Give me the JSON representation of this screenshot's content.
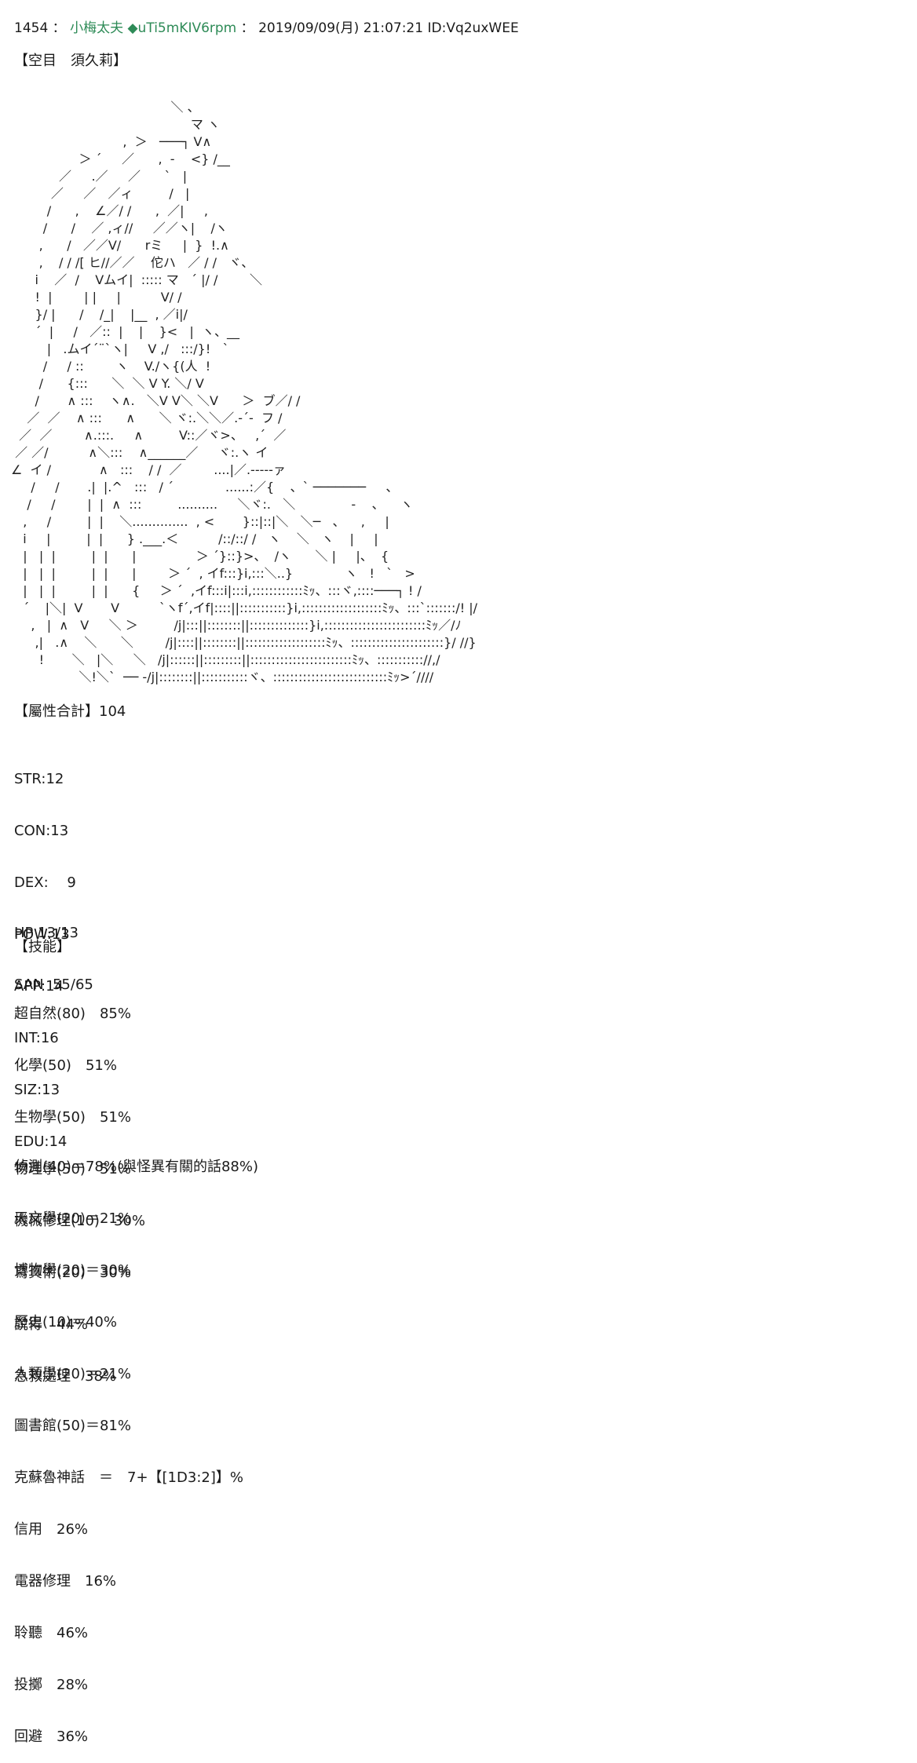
{
  "header": {
    "post_number": "1454",
    "separator": "：",
    "poster_name": "小梅太夫",
    "trip": "◆uTi5mKIV6rpm",
    "separator2": "：",
    "datetime": "2019/09/09(月) 21:07:21",
    "id": "ID:Vq2uxWEE"
  },
  "character_title": "【空目　須久莉】",
  "ascii_art": "                                        ＼ 、\n                                             マ ヽ\n                            ,  ＞   ───┐ V∧\n                 ＞ ´     ／      ,  -    <} /__\n            ／     .／     ／      `   |\n          ／     ／   ／ィ         /   |\n         /      ,    ∠／/ /      ,  ／|     ,\n        /      /    ／ ,ィ//     ／／ヽ|    /ヽ\n       ,      /   ／／V/      rミ     |  }  !.∧\n       ,    / / /[ ヒ//／／    佗ハ   ／ / /   ヾ、\n      i    ／  /    Vムイ|  ::::: マ   ´ |/ /        ＼\n      !  |        | |     |          V/ /\n      }/ |      /    /_|    |__  , ／i|/\n      ´  |     /   ／::  |    |    }<   |  ヽ、__\n         |   .ムイ´¨`ヽ|     V ,/   :::/}!   `\n        /     / ::        ヽ    V./ヽ{(人  !\n       /      {:::      ＼  ＼ V Y. ＼/ V\n      /       ∧ :::    ヽ∧.   ＼V V＼ ＼V      ＞  ブ／/ /\n    ／  ／    ∧ :::      ∧      ＼ ヾ:.＼＼／.-´-  フ /\n  ／  ／        ∧.:::.     ∧         V::／ヾ>、   ,´  ／\n ／ ／/          ∧＼:::    ∧______／     ヾ:.ヽ イ\n∠  イ /            ∧   :::    / /  ／        ....|／.-----ァ\n     /     /       .|  |.^   :::   / ´             ......:／{    、` ───────     、\n    /     /        |  |  ∧  :::         ..........     ＼ヾ:.   ＼              -    、    ヽ\n   ,     /         |  |    ＼..............  , <       }::|::|＼   ＼─   、    ,     |\n   i     |         |  |      } .___.＜          /::/::/ /   ヽ    ＼   ヽ    |     |\n   |   |  |         |  |      |               ＞ ´}::}>、  /ヽ      ＼ |     |、  {\n   |   |  |         |  |      |        ＞ ´  , イf:::}i,:::＼..}             ヽ   !   `   >\n   |   |  |         |  |      {     ＞ ´  ,イf:::i|:::i,::::::::::::ﾐｯ、:::ヾ,::::───┐ ! /\n   ´    |＼|  V       V          `ヽf´,イf|::::||:::::::::::}i,:::::::::::::::::::ﾐｯ、:::`:::::::/! |/\n     ,   |  ∧   V     ＼ ＞         /j|:::||::::::::||::::::::::::::}i,::::::::::::::::::::::::ﾐｯ／/ﾉ\n      ,|   .∧    ＼      ＼        /j|::::||::::::::||:::::::::::::::::::ﾐｯ、::::::::::::::::::::::}/ //}\n       !       ＼   |＼     ＼   /j|::::::||:::::::::||::::::::::::::::::::::::ﾐｯ、::::::::::://,/\n                 ＼!＼`  ── -/j|::::::::||:::::::::::ヾ、:::::::::::::::::::::::::::ﾐｯ>´////",
  "attributes": {
    "title": "【屬性合計】104",
    "stats": [
      "STR:12",
      "CON:13",
      "DEX:　 9",
      "POW:13",
      "APP:14",
      "INT:16",
      "SIZ:13",
      "EDU:14"
    ],
    "hp": "HP 13/13",
    "san": "SAN  55/65"
  },
  "skills": {
    "title": "【技能】",
    "group1": [
      "超自然(80)　85%",
      "化學(50)　51%",
      "生物學(50)　51%",
      "物理學(50)　51%",
      "機械修理(10)　30%",
      "寫真術(20)　30%",
      "說得　44%",
      "急救處理　38%"
    ],
    "group2": [
      "偵測(40)＝78%(與怪異有關的話88%)",
      "天文學(20)＝21%",
      "博物學(20)＝30%",
      "歷史(10)＝40%",
      "人類學(20)＝21%",
      "圖書館(50)＝81%",
      "克蘇魯神話　＝　7+【[1D3:2]】%",
      "信用　26%",
      "電器修理　16%",
      "聆聽　46%",
      "投擲　28%",
      "回避　36%"
    ]
  }
}
